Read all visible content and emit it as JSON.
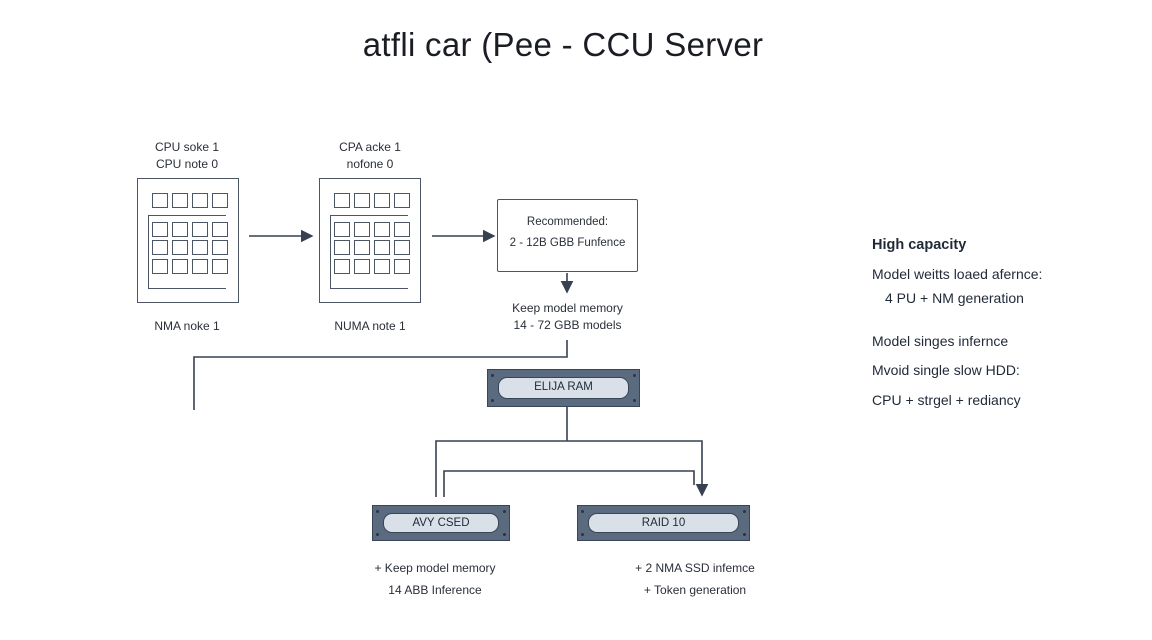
{
  "title": "atfli car (Pee - CCU Server",
  "socket1": {
    "top_line1": "CPU soke 1",
    "top_line2": "CPU note 0",
    "bottom": "NMA noke 1"
  },
  "socket2": {
    "top_line1": "CPA acke 1",
    "top_line2": "nofone 0",
    "bottom": "NUMA note 1"
  },
  "recommended": {
    "line1": "Recommended:",
    "line2": "2 - 12B GBB Funfence"
  },
  "keep": {
    "line1": "Keep model memory",
    "line2": "14 - 72 GBB models"
  },
  "ram": {
    "label": "ELIJA RAM"
  },
  "drive_left": {
    "label": "AVY CSED",
    "caption1": "+ Keep model memory",
    "caption2": "14 ABB Inference"
  },
  "drive_right": {
    "label": "RAID 10",
    "caption1": "+ 2 NMA SSD infemce",
    "caption2": "+ Token generation"
  },
  "side": {
    "heading": "High capacity",
    "line1": "Model weitts loaed afernce:",
    "line2": "4 PU + NM generation",
    "line3": "Model singes infernce",
    "line4": "Mvoid single slow HDD:",
    "line5": "CPU + strgel + rediancy"
  },
  "colors": {
    "line": "#374151",
    "drive_fill": "#5a6b80",
    "drive_pill": "#d9e0e8"
  }
}
